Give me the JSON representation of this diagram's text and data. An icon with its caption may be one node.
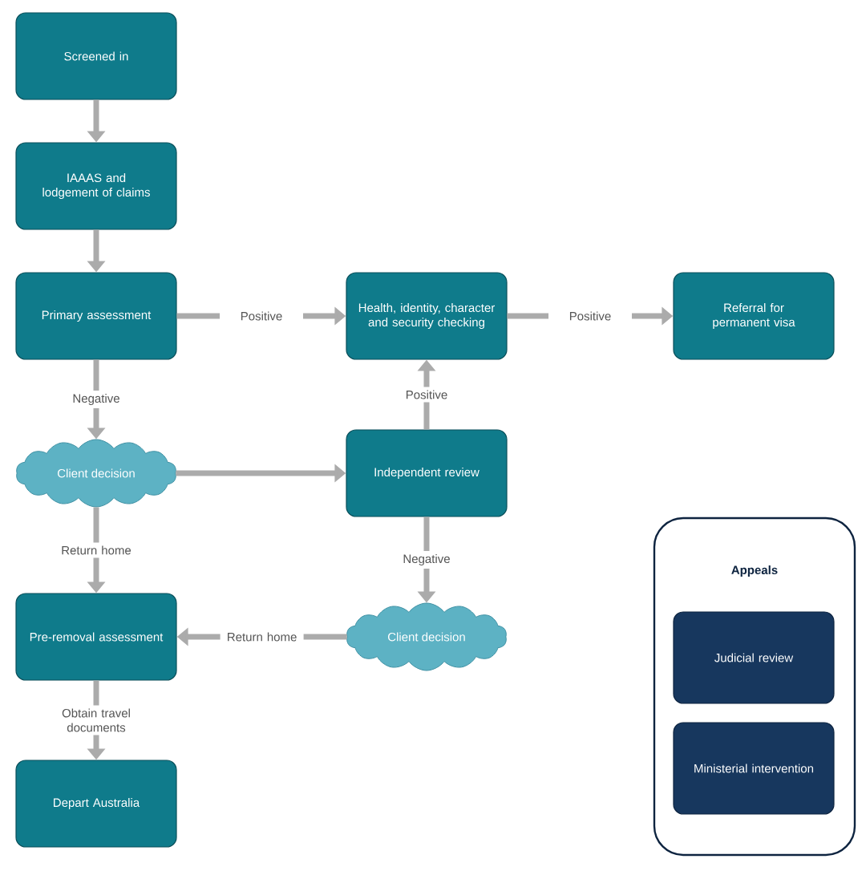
{
  "diagram": {
    "nodes": [
      {
        "text": [
          "Screened in"
        ]
      },
      {
        "text": [
          "IAAAS and lodgement of claims"
        ]
      },
      {
        "text": [
          "Primary assessment"
        ]
      },
      {
        "text": [
          "Health, identity, character and security checking"
        ]
      },
      {
        "text": [
          "Referral for permanent visa"
        ]
      },
      {
        "text": [
          "Client decision"
        ]
      },
      {
        "text": [
          "Independent review"
        ]
      },
      {
        "text": [
          "Client decision"
        ]
      },
      {
        "text": [
          "Pre-removal assessment"
        ]
      },
      {
        "text": [
          "Depart Australia"
        ]
      },
      {
        "text": [
          "Appeals"
        ]
      },
      {
        "text": [
          "Judicial review"
        ],
        "in": 10
      },
      {
        "text": [
          "Ministerial intervention"
        ],
        "in": 10
      }
    ],
    "edges": [
      {
        "from": 0,
        "to": 1,
        "arrow": "to"
      },
      {
        "from": 1,
        "to": 2,
        "arrow": "to"
      },
      {
        "from": 2,
        "to": 3,
        "arrow": "to",
        "label": "Positive"
      },
      {
        "from": 3,
        "to": 4,
        "arrow": "to",
        "label": "Positive"
      },
      {
        "from": 2,
        "to": 5,
        "arrow": "to",
        "label": "Negative"
      },
      {
        "from": 5,
        "to": 6,
        "arrow": "to"
      },
      {
        "from": 6,
        "to": 3,
        "arrow": "to",
        "label": "Positive"
      },
      {
        "from": 6,
        "to": 7,
        "arrow": "to",
        "label": "Negative"
      },
      {
        "from": 7,
        "to": 8,
        "arrow": "to",
        "label": "Return home"
      },
      {
        "from": 5,
        "to": 8,
        "arrow": "to",
        "label": "Return home"
      },
      {
        "from": 8,
        "to": 9,
        "arrow": "to",
        "label": "Obtain travel documents"
      }
    ]
  }
}
